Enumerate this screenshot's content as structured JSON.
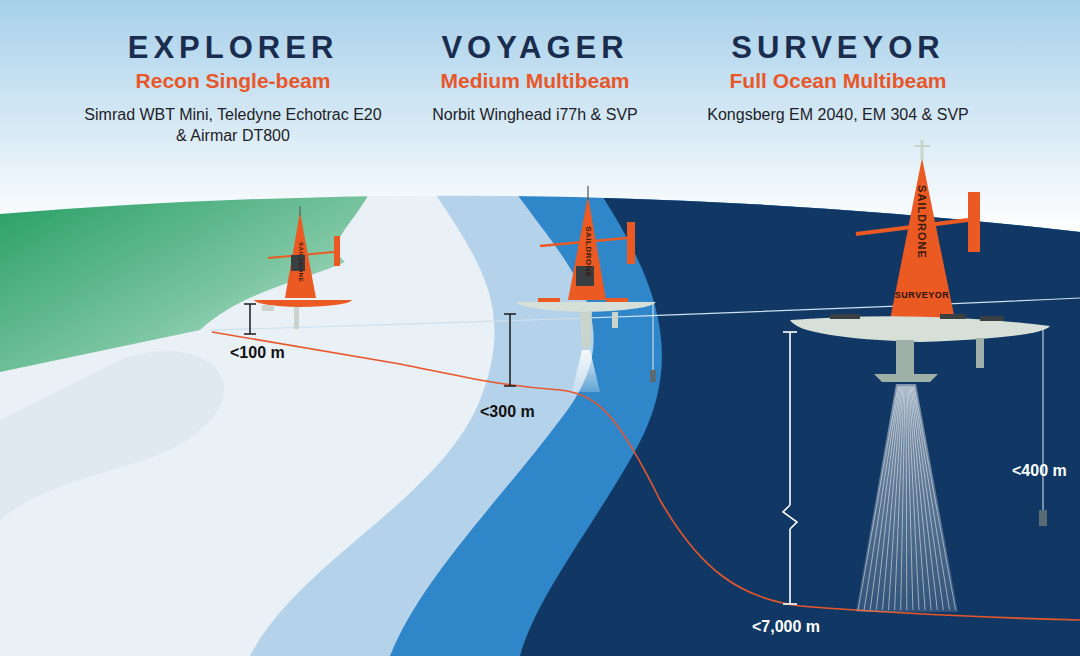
{
  "diagram": {
    "labels": [
      "EXPLORER",
      "Recon Single-beam",
      "Simrad WBT Mini, Teledyne Echotrac E20 & Airmar DT800",
      "VOYAGER",
      "Medium Multibeam",
      "Norbit Winghead i77h & SVP",
      "SURVEYOR",
      "Full Ocean Multibeam",
      "Kongsberg EM 2040, EM 304 & SVP",
      "<100 m",
      "<300 m",
      "<400 m",
      "<7,000 m",
      "SAILDRONE",
      "SAILDRONE",
      "SAILDRONE",
      "SURVEYOR"
    ]
  }
}
